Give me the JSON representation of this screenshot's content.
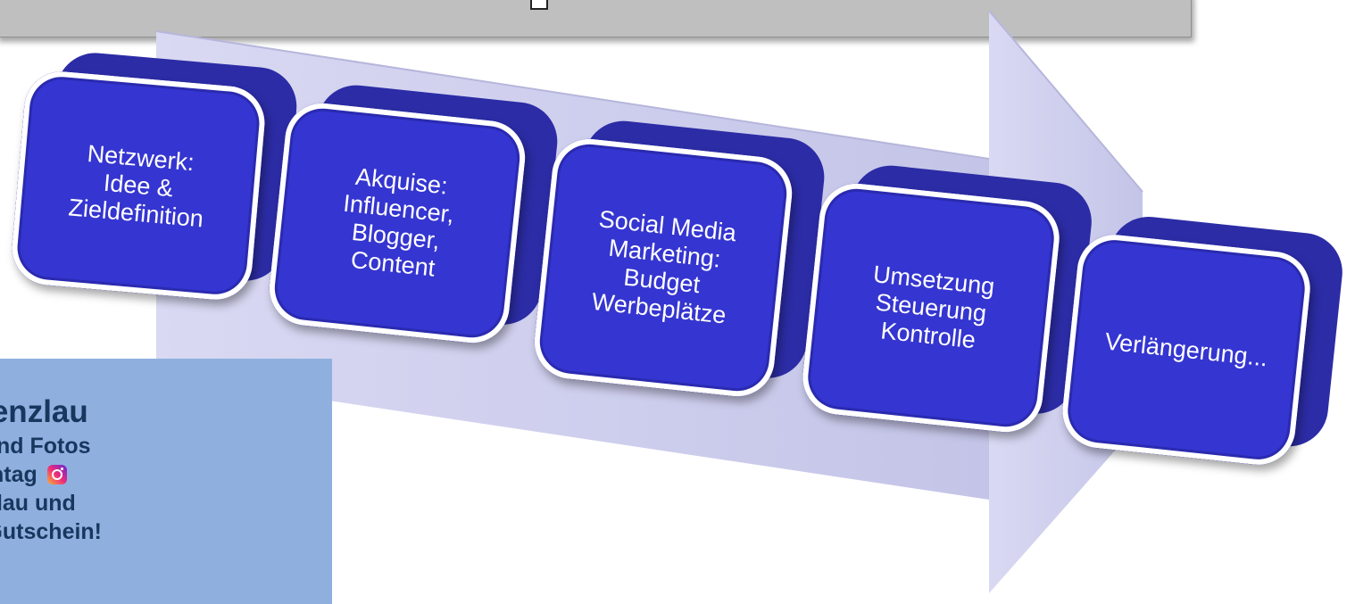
{
  "promo": {
    "title": "enprenzlau",
    "line1": "ories und Fotos",
    "line2": "m Hashtag",
    "line3": "nprenzlau und",
    "line4": "n CityGutschein!",
    "icon": "instagram-icon"
  },
  "steps": [
    {
      "label": "Netzwerk:\nIdee &\nZieldefinition"
    },
    {
      "label": "Akquise:\nInfluencer,\nBlogger,\nContent"
    },
    {
      "label": "Social Media\nMarketing:\nBudget\nWerbeplätze"
    },
    {
      "label": "Umsetzung\nSteuerung\nKontrolle"
    },
    {
      "label": "Verlängerung..."
    }
  ],
  "colors": {
    "box_face": "#3535d1",
    "box_back": "#2c2ca6",
    "arrow": "#c9c9ec",
    "promo_bg": "#8fb0df",
    "promo_text": "#17375e",
    "top_bar": "#bfbfbf"
  }
}
